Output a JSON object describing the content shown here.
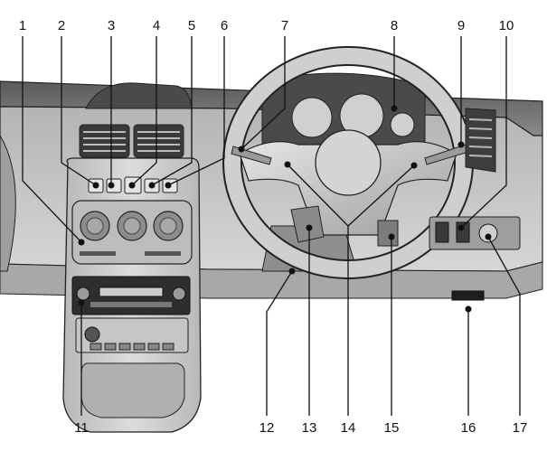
{
  "callouts": [
    {
      "id": "1",
      "label": "1"
    },
    {
      "id": "2",
      "label": "2"
    },
    {
      "id": "3",
      "label": "3"
    },
    {
      "id": "4",
      "label": "4"
    },
    {
      "id": "5",
      "label": "5"
    },
    {
      "id": "6",
      "label": "6"
    },
    {
      "id": "7",
      "label": "7"
    },
    {
      "id": "8",
      "label": "8"
    },
    {
      "id": "9",
      "label": "9"
    },
    {
      "id": "10",
      "label": "10"
    },
    {
      "id": "11",
      "label": "11"
    },
    {
      "id": "12",
      "label": "12"
    },
    {
      "id": "13",
      "label": "13"
    },
    {
      "id": "14",
      "label": "14"
    },
    {
      "id": "15",
      "label": "15"
    },
    {
      "id": "16",
      "label": "16"
    },
    {
      "id": "17",
      "label": "17"
    }
  ],
  "colors": {
    "dash_dark": "#3c3c3c",
    "dash_mid": "#9a9a9a",
    "dash_light": "#d8d8d8",
    "console": "#c8c8c8",
    "outline": "#222222"
  }
}
